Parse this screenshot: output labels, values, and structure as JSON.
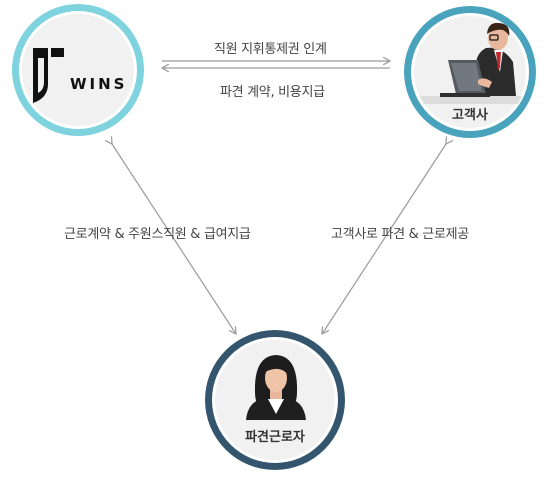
{
  "colors": {
    "ring_light": "#7fd3de",
    "ring_mid": "#4aa3bd",
    "ring_dark": "#33566e",
    "node_fill": "#f1f1f1",
    "arrow": "#9a9a9a"
  },
  "nodes": {
    "wins": {
      "logo_text": "WINS",
      "icon": "wins-logo"
    },
    "client": {
      "caption": "고객사",
      "icon": "office-man-at-laptop"
    },
    "worker": {
      "caption": "파견근로자",
      "icon": "business-woman"
    }
  },
  "edges": {
    "top_right": "직원 지휘통제권 인계",
    "top_left": "파견 계약, 비용지급",
    "left": "근로계약 & 주원스직원 & 급여지급",
    "right": "고객사로 파견 & 근로제공"
  }
}
